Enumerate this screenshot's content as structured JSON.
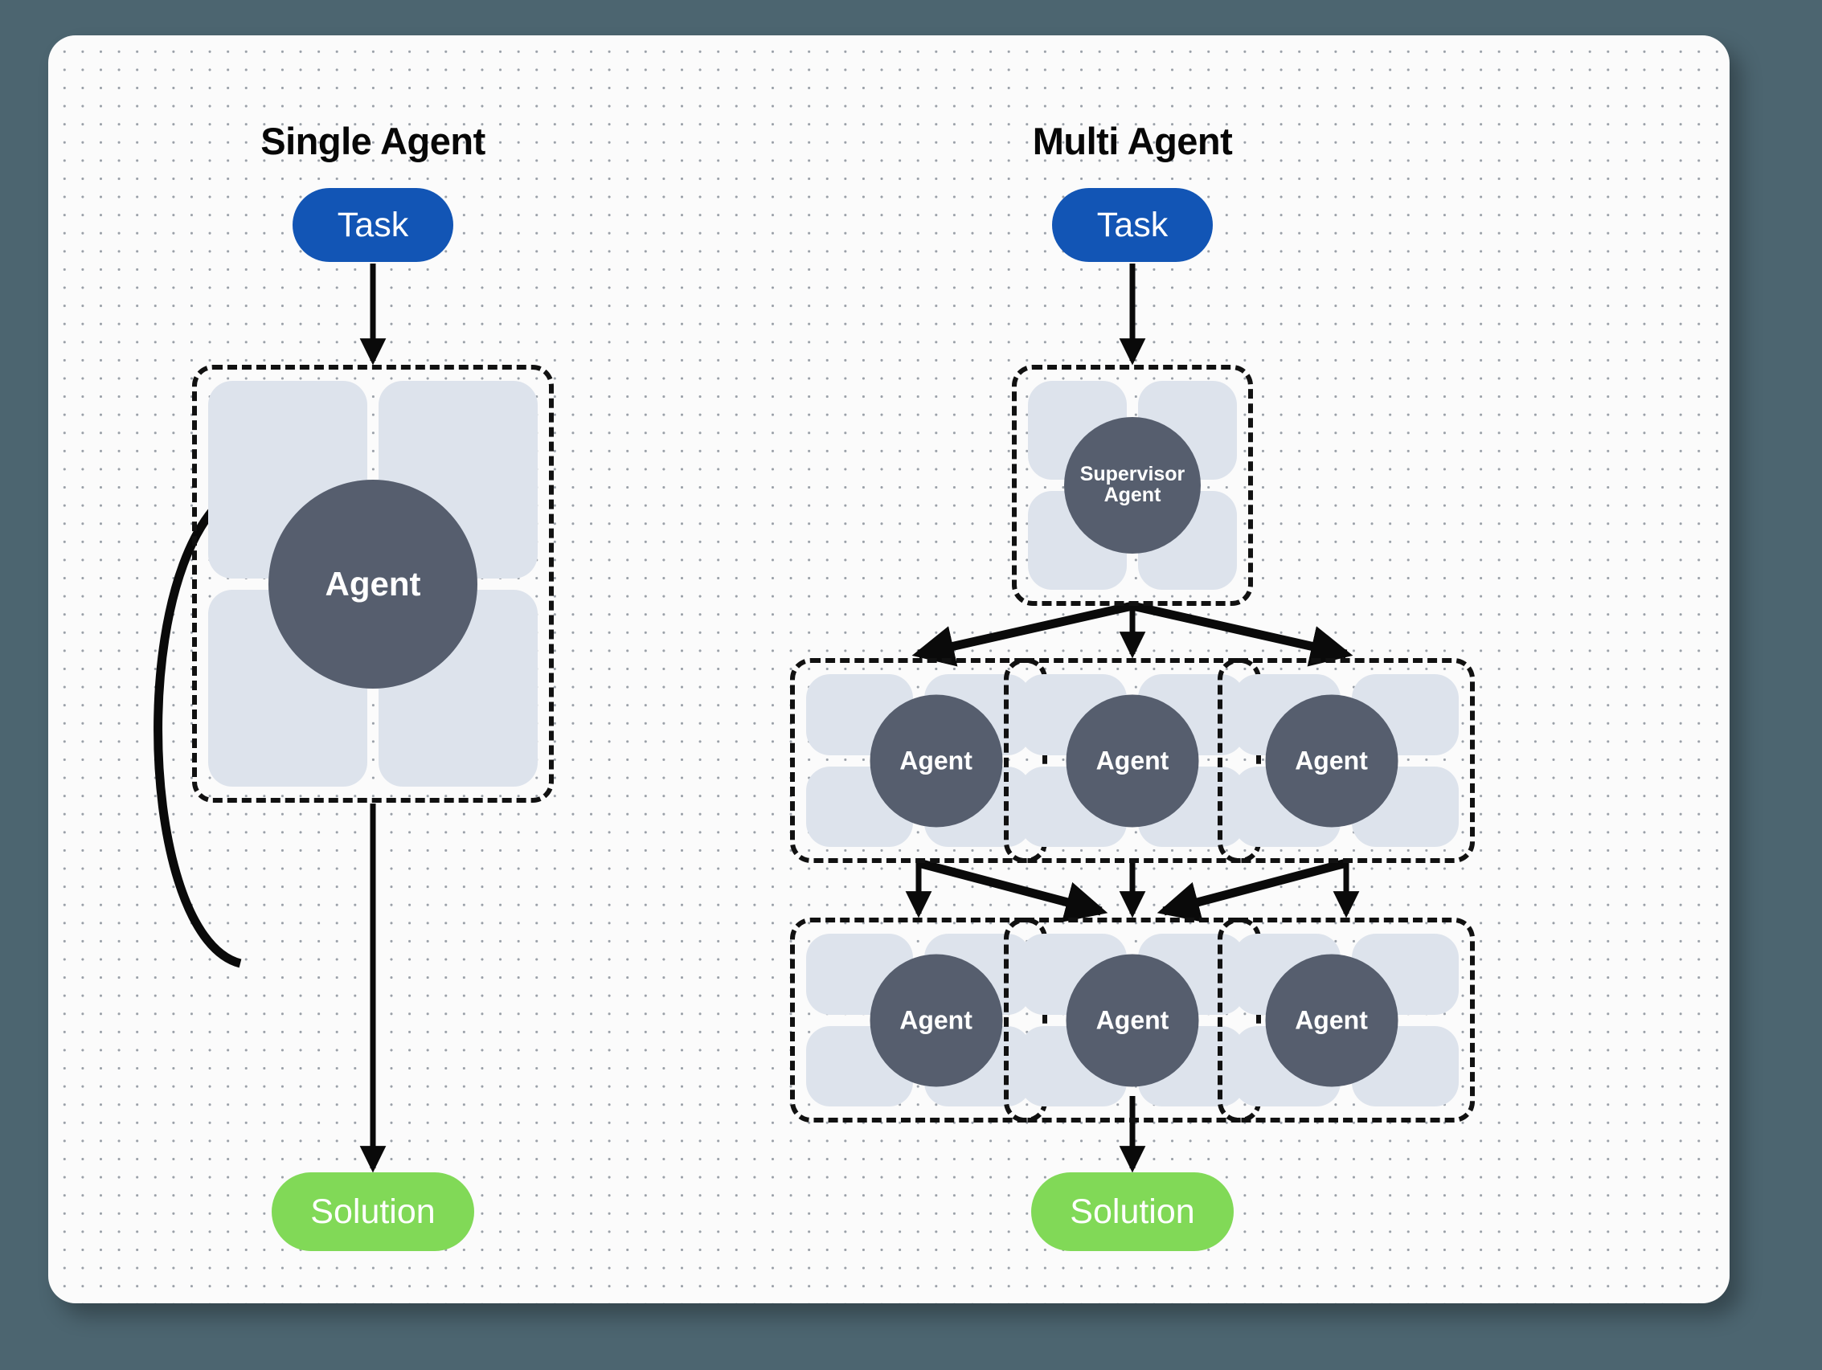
{
  "canvas": {
    "background_color": "#fbfbfb",
    "outer_background_color": "#4c6570",
    "dot_color": "#9aa0a8"
  },
  "colors": {
    "task_blue": "#1255b5",
    "solution_green": "#81d957",
    "agent_circle": "#565e6e",
    "petal": "#dde3ec",
    "stroke": "#0a0a0a"
  },
  "panels": [
    {
      "id": "single-agent",
      "title": "Single Agent",
      "task_label": "Task",
      "agent_label": "Agent",
      "solution_label": "Solution"
    },
    {
      "id": "multi-agent",
      "title": "Multi Agent",
      "task_label": "Task",
      "supervisor_label_line1": "Supervisor",
      "supervisor_label_line2": "Agent",
      "agent_label": "Agent",
      "solution_label": "Solution"
    }
  ],
  "multi_agent_row_middle": [
    {
      "label": "Agent"
    },
    {
      "label": "Agent"
    },
    {
      "label": "Agent"
    }
  ],
  "multi_agent_row_bottom": [
    {
      "label": "Agent"
    },
    {
      "label": "Agent"
    },
    {
      "label": "Agent"
    }
  ]
}
